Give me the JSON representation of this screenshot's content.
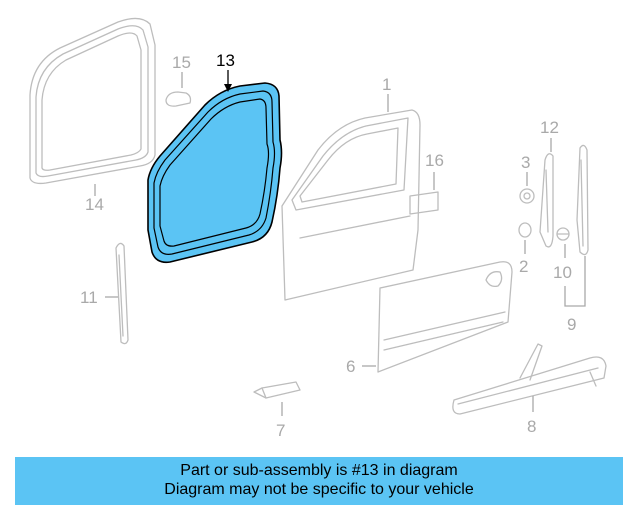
{
  "highlight_color": "#5bc4f4",
  "part_color": "#bdbdbd",
  "callouts": {
    "c1": "1",
    "c2": "2",
    "c3": "3",
    "c6": "6",
    "c7": "7",
    "c8": "8",
    "c9": "9",
    "c10": "10",
    "c11": "11",
    "c12": "12",
    "c13": "13",
    "c14": "14",
    "c15": "15",
    "c16": "16"
  },
  "banner": {
    "line1": "Part or sub-assembly is #13 in diagram",
    "line2": "Diagram may not be specific to your vehicle"
  }
}
